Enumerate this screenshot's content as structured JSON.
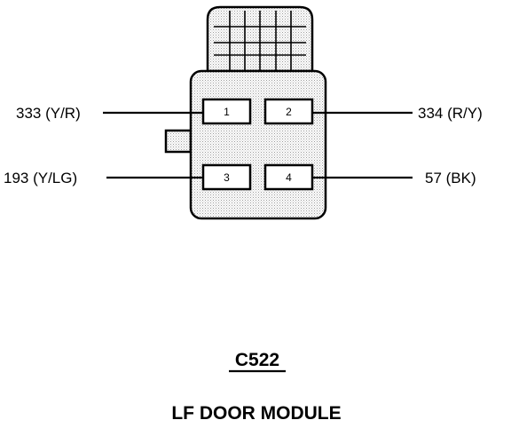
{
  "connector": {
    "id": "C522",
    "description": "LF DOOR MODULE"
  },
  "pins": [
    {
      "number": "1",
      "circuit": "333 (Y/R)",
      "side": "left"
    },
    {
      "number": "2",
      "circuit": "334 (R/Y)",
      "side": "right"
    },
    {
      "number": "3",
      "circuit": "193 (Y/LG)",
      "side": "left"
    },
    {
      "number": "4",
      "circuit": "57 (BK)",
      "side": "right"
    }
  ]
}
